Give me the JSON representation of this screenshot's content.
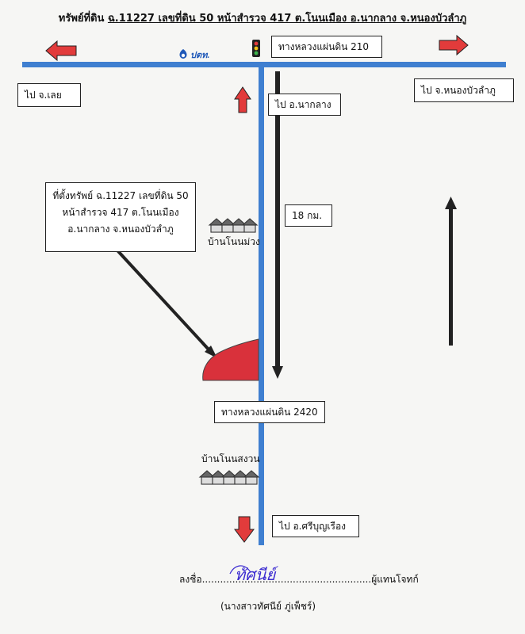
{
  "title": {
    "prefix": "ทรัพย์ที่ดิน",
    "underlined": "ฉ.11227 เลขที่ดิน 50 หน้าสำรวจ 417 ต.โนนเมือง อ.นากลาง จ.หนองบัวลำภู"
  },
  "station_logo": "ปตท.",
  "labels": {
    "highway_210": "ทางหลวงแผ่นดิน 210",
    "to_loei": "ไป จ.เลย",
    "to_nongbua": "ไป จ.หนองบัวลำภู",
    "to_naklang": "ไป อ.นากลาง",
    "distance": "18 กม.",
    "village_nonmuang": "บ้านโนนม่วง",
    "highway_2420": "ทางหลวงแผ่นดิน 2420",
    "village_nonsomuan": "บ้านโนนสงวน",
    "to_sribunrueang": "ไป อ.ศรีบุญเรือง"
  },
  "property_info": {
    "line1": "ที่ตั้งทรัพย์ ฉ.11227 เลขที่ดิน 50",
    "line2": "หน้าสำรวจ 417 ต.โนนเมือง",
    "line3": "อ.นากลาง จ.หนองบัวลำภู"
  },
  "signature": {
    "label": "ลงชื่อ",
    "role": "ผู้แทนโจทก์",
    "handwritten": "ทัศนีย์",
    "name": "(นางสาวทัศนีย์ ภู่เพ็ชร์)"
  },
  "colors": {
    "road": "#3f7fd0",
    "arrow_red": "#e23b3b",
    "property": "#d9313b",
    "signature_ink": "#3a2ad0"
  }
}
